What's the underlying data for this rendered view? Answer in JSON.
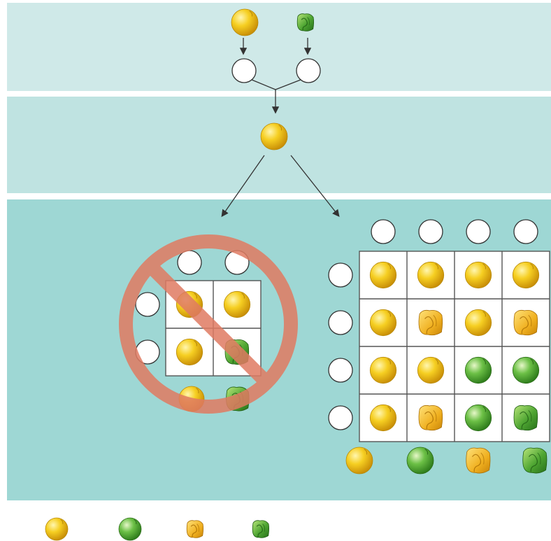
{
  "colors": {
    "band_top": "#cfe9e8",
    "band_middle": "#bfe3e1",
    "band_bottom": "#9ed7d4",
    "background": "#ffffff",
    "prohibition": "#e07b62",
    "grid_line": "#555555",
    "arrow": "#333333"
  },
  "pea_types": {
    "yellow_round": {
      "icon": "yellow-round-pea-icon",
      "color": "#f3c21b"
    },
    "green_round": {
      "icon": "green-round-pea-icon",
      "color": "#59b03a"
    },
    "yellow_wrinkled": {
      "icon": "yellow-wrinkled-pea-icon",
      "color": "#f1b51f"
    },
    "green_wrinkled": {
      "icon": "green-wrinkled-pea-icon",
      "color": "#3e9a2c"
    }
  },
  "parental_cross": {
    "parent_1": "yellow_round",
    "parent_2": "green_wrinkled"
  },
  "f1": {
    "offspring": "yellow_round"
  },
  "rejected_square": {
    "size": "2x2",
    "cells": [
      [
        "yellow_round",
        "yellow_round"
      ],
      [
        "yellow_round",
        "green_wrinkled"
      ]
    ],
    "predicted_phenotypes": [
      "yellow_round",
      "green_wrinkled"
    ]
  },
  "accepted_square": {
    "size": "4x4",
    "cells": [
      [
        "yellow_round",
        "yellow_round",
        "yellow_round",
        "yellow_round"
      ],
      [
        "yellow_round",
        "yellow_wrinkled",
        "yellow_round",
        "yellow_wrinkled"
      ],
      [
        "yellow_round",
        "yellow_round",
        "green_round",
        "green_round"
      ],
      [
        "yellow_round",
        "yellow_wrinkled",
        "green_round",
        "green_wrinkled"
      ]
    ],
    "predicted_phenotypes": [
      "yellow_round",
      "green_round",
      "yellow_wrinkled",
      "green_wrinkled"
    ]
  },
  "legend": [
    "yellow_round",
    "green_round",
    "yellow_wrinkled",
    "green_wrinkled"
  ]
}
